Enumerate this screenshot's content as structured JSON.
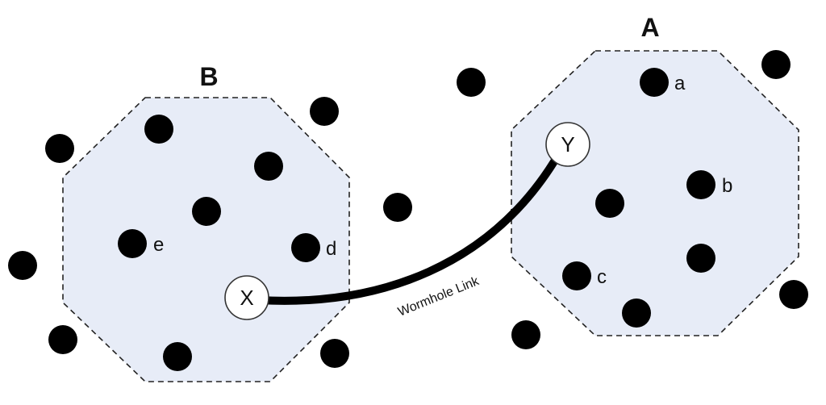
{
  "regions": {
    "a": {
      "label": "A"
    },
    "b": {
      "label": "B"
    }
  },
  "nodes": {
    "a": "a",
    "b": "b",
    "c": "c",
    "d": "d",
    "e": "e"
  },
  "endpoints": {
    "x": "X",
    "y": "Y"
  },
  "link": {
    "label": "Wormhole Link"
  },
  "colors": {
    "region_fill": "#e7ecf7",
    "node": "#000000",
    "link": "#000000"
  }
}
